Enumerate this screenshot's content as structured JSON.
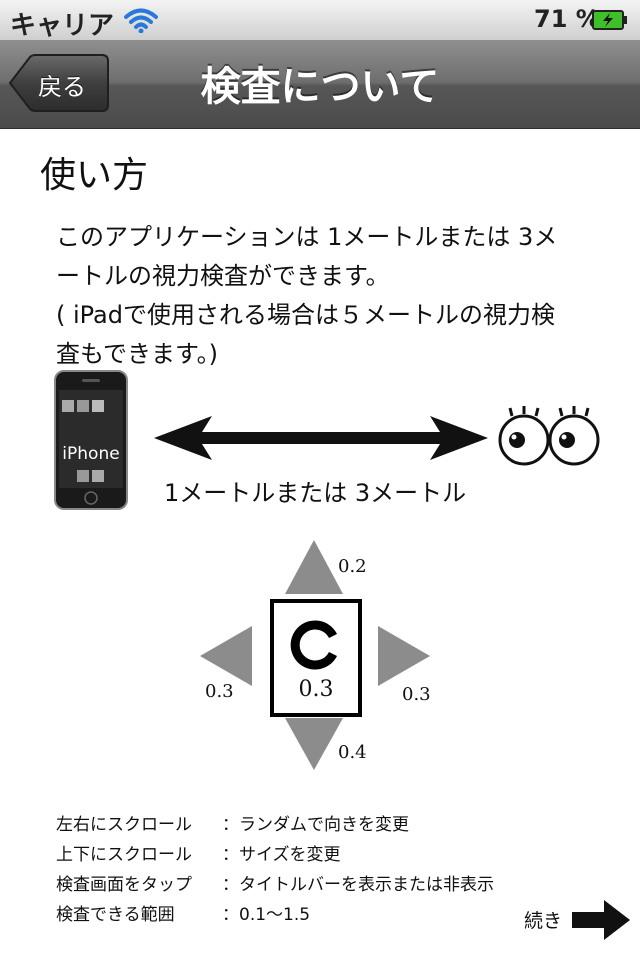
{
  "status_bar": {
    "carrier": "キャリア",
    "battery_percent": "71 %"
  },
  "nav": {
    "back_label": "戻る",
    "title": "検査について"
  },
  "content": {
    "heading": "使い方",
    "intro_lines": [
      "このアプリケーションは 1メートルまたは 3メ",
      "ートルの視力検査ができます。",
      "( iPadで使用される場合は５メートルの視力検",
      "査もできます。)"
    ],
    "phone_label": "iPhone",
    "distance_label": "1メートルまたは 3メートル"
  },
  "diagram": {
    "box_value": "0.3",
    "up_value": "0.2",
    "down_value": "0.4",
    "left_value": "0.3",
    "right_value": "0.3"
  },
  "legend": [
    {
      "key": "左右にスクロール",
      "sep": "：",
      "value": "ランダムで向きを変更"
    },
    {
      "key": "上下にスクロール",
      "sep": "：",
      "value": "サイズを変更"
    },
    {
      "key": "検査画面をタップ",
      "sep": "：",
      "value": "タイトルバーを表示または非表示"
    },
    {
      "key": "検査できる範囲",
      "sep": "：",
      "value": "0.1〜1.5"
    }
  ],
  "footer": {
    "next_label": "続き"
  },
  "colors": {
    "navbar": "#5e5e5e",
    "arrow_gray": "#8c8c8c",
    "battery_green": "#3fbf2a"
  }
}
